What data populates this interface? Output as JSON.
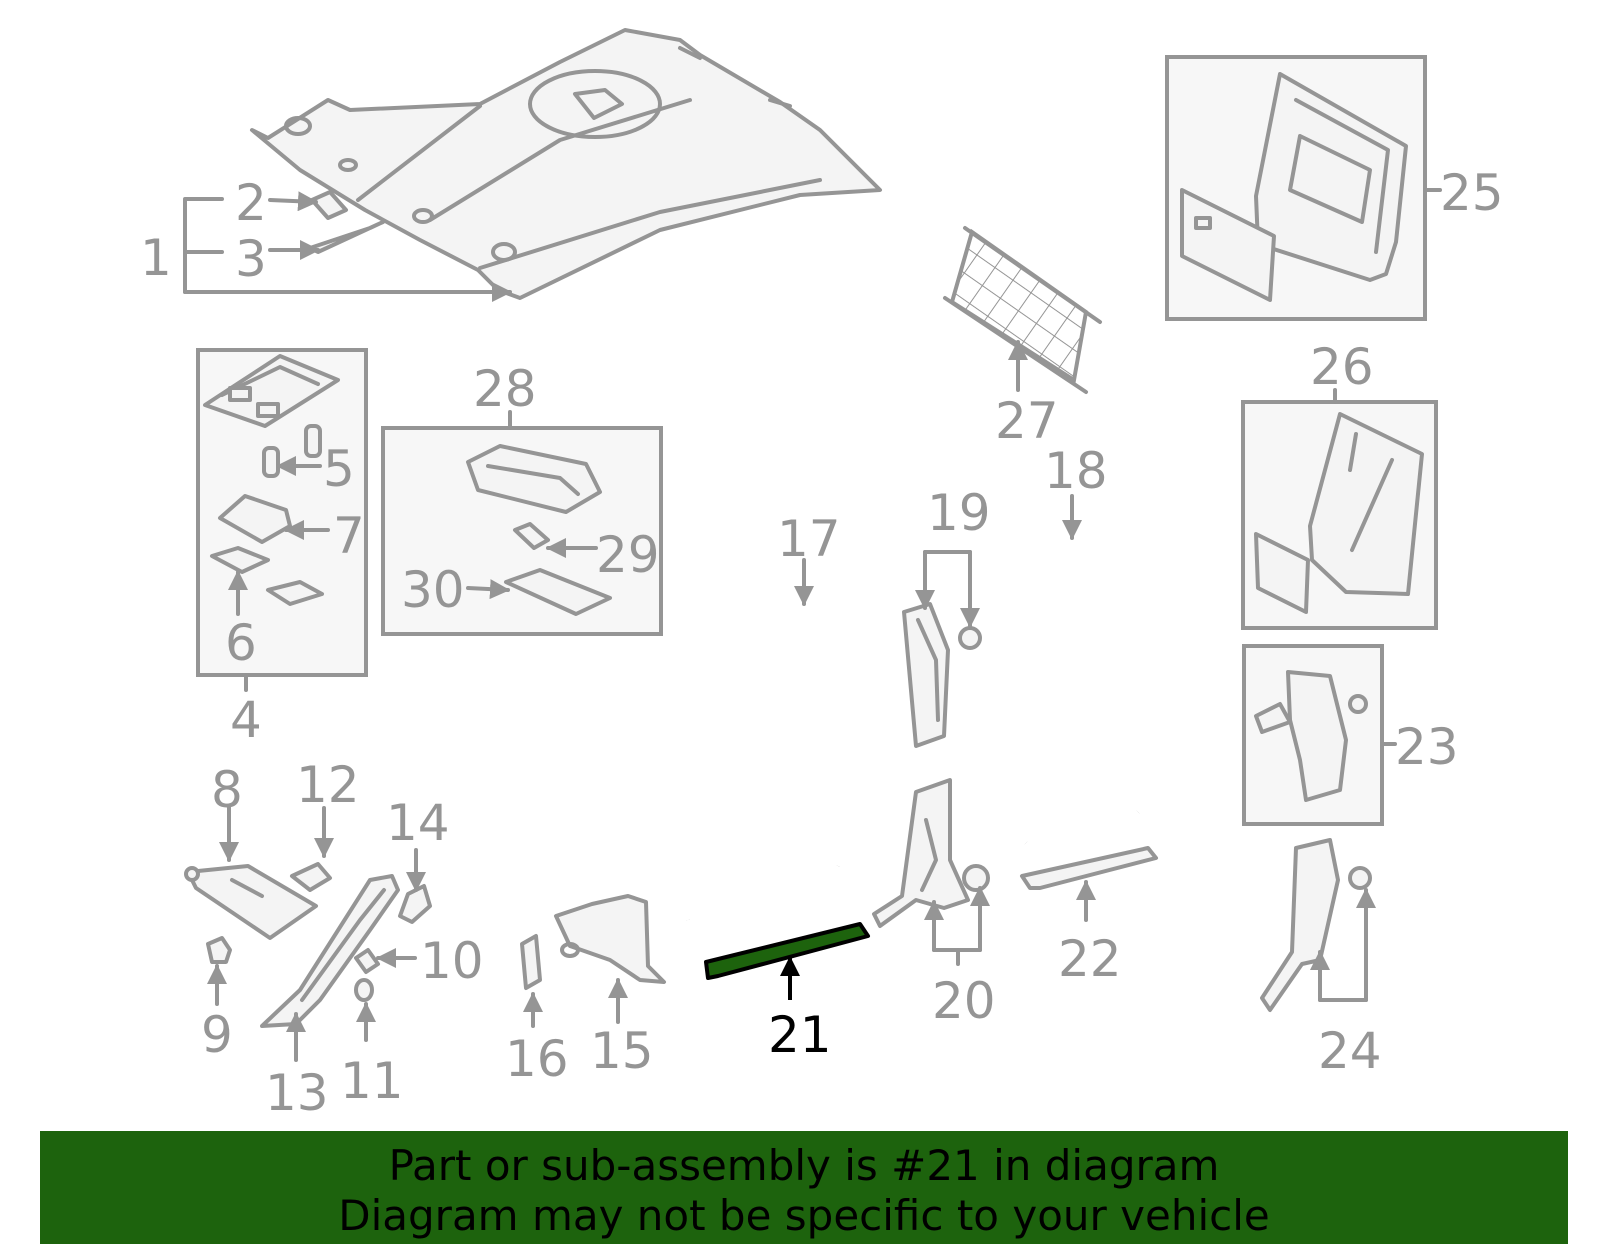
{
  "callouts": {
    "c1": "1",
    "c2": "2",
    "c3": "3",
    "c4": "4",
    "c5": "5",
    "c6": "6",
    "c7": "7",
    "c8": "8",
    "c9": "9",
    "c10": "10",
    "c11": "11",
    "c12": "12",
    "c13": "13",
    "c14": "14",
    "c15": "15",
    "c16": "16",
    "c17": "17",
    "c18": "18",
    "c19": "19",
    "c20": "20",
    "c21": "21",
    "c22": "22",
    "c23": "23",
    "c24": "24",
    "c25": "25",
    "c26": "26",
    "c27": "27",
    "c28": "28",
    "c29": "29",
    "c30": "30"
  },
  "highlighted_part": "21",
  "colors": {
    "line_gray": "#959595",
    "highlight_green": "#1d630d",
    "banner_green": "#1d630d"
  },
  "banner": {
    "line1": "Part or sub-assembly is #21 in diagram",
    "line2": "Diagram may not be specific to your vehicle"
  }
}
